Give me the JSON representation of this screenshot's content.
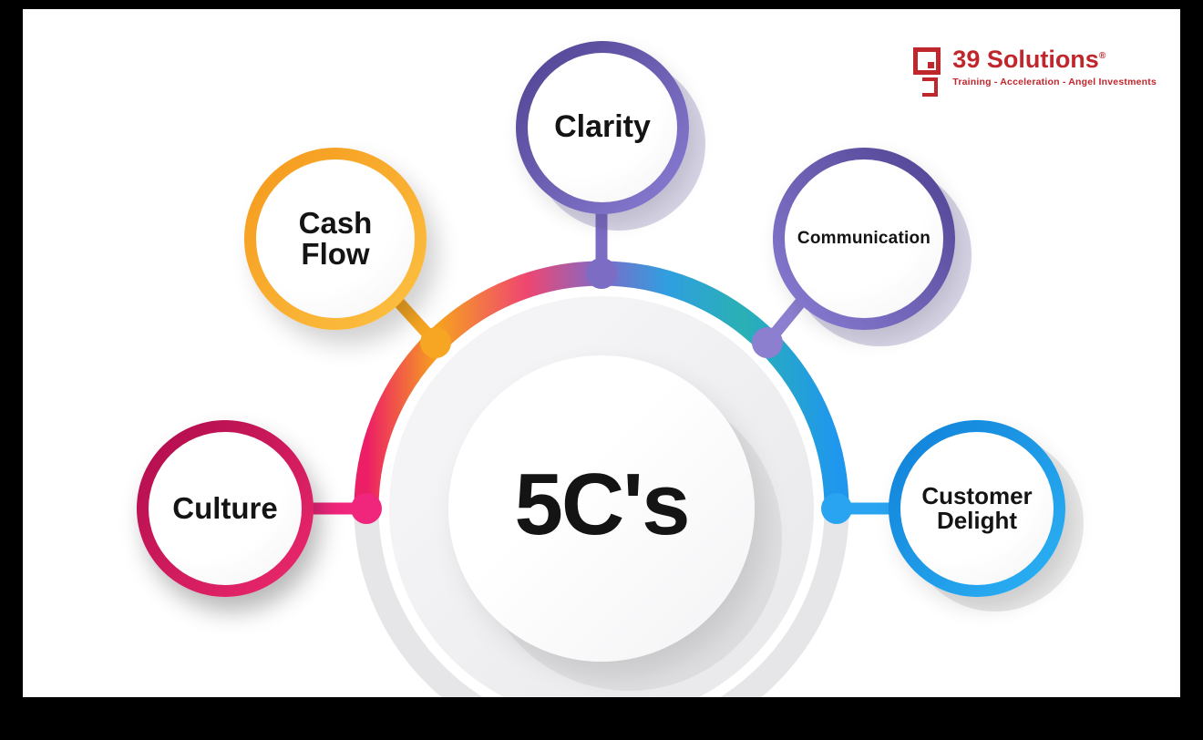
{
  "frame": {
    "background": "#000000",
    "canvas_background": "#ffffff"
  },
  "logo": {
    "brand": "39 Solutions",
    "registered": "®",
    "tagline": "Training - Acceleration - Angel Investments",
    "color": "#c0272d"
  },
  "hub": {
    "title": "5C's",
    "ring_color": "#e6e6e9",
    "arc_colors": [
      "#ec1e66",
      "#f6a21f",
      "#ef4670",
      "#7e6bc8",
      "#2f9fe0",
      "#2ab0b4",
      "#1f97ee"
    ]
  },
  "satellites": [
    {
      "id": "clarity",
      "line1": "Clarity",
      "line2": "",
      "ring_color_start": "#4e4190",
      "ring_color_end": "#8b7fd6",
      "node_color": "#7c6cc4"
    },
    {
      "id": "cash-flow",
      "line1": "Cash",
      "line2": "Flow",
      "ring_color_start": "#f5991c",
      "ring_color_end": "#fcc243",
      "node_color": "#f6a623"
    },
    {
      "id": "communication",
      "line1": "Communication",
      "line2": "",
      "ring_color_start": "#4e4190",
      "ring_color_end": "#8b7fd6",
      "node_color": "#8c7fd0"
    },
    {
      "id": "culture",
      "line1": "Culture",
      "line2": "",
      "ring_color_start": "#ad0b4b",
      "ring_color_end": "#ee2a6e",
      "node_color": "#f0267c"
    },
    {
      "id": "customer-delight",
      "line1": "Customer",
      "line2": "Delight",
      "ring_color_start": "#0f7fd8",
      "ring_color_end": "#2db3f5",
      "node_color": "#29a4f0"
    }
  ]
}
